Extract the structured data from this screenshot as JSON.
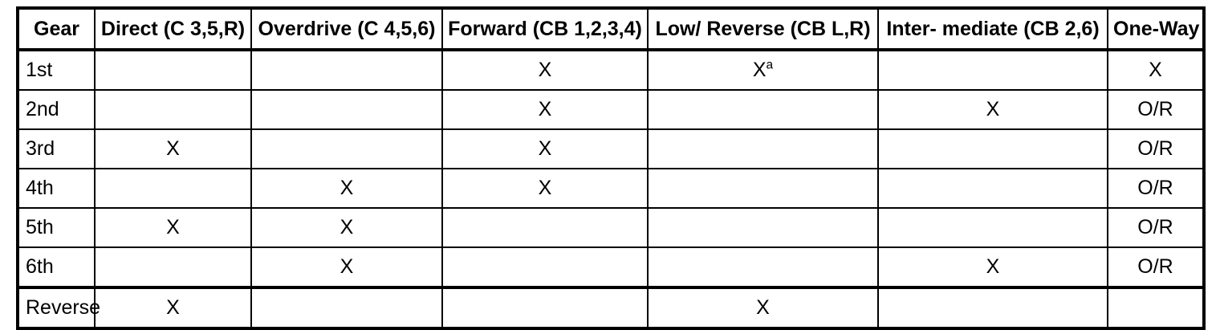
{
  "table": {
    "columns": [
      {
        "key": "gear",
        "label": "Gear"
      },
      {
        "key": "direct",
        "label": "Direct (C 3,5,R)"
      },
      {
        "key": "overdrive",
        "label": "Overdrive (C 4,5,6)"
      },
      {
        "key": "forward",
        "label": "Forward (CB 1,2,3,4)"
      },
      {
        "key": "low",
        "label": "Low/ Reverse (CB L,R)"
      },
      {
        "key": "inter",
        "label": "Inter- mediate (CB 2,6)"
      },
      {
        "key": "oneway",
        "label": "One-Way"
      }
    ],
    "rows": [
      {
        "gear": "1st",
        "direct": "",
        "overdrive": "",
        "forward": "X",
        "low": "X",
        "low_superscript": "a",
        "inter": "",
        "oneway": "X"
      },
      {
        "gear": "2nd",
        "direct": "",
        "overdrive": "",
        "forward": "X",
        "low": "",
        "inter": "X",
        "oneway": "O/R"
      },
      {
        "gear": "3rd",
        "direct": "X",
        "overdrive": "",
        "forward": "X",
        "low": "",
        "inter": "",
        "oneway": "O/R"
      },
      {
        "gear": "4th",
        "direct": "",
        "overdrive": "X",
        "forward": "X",
        "low": "",
        "inter": "",
        "oneway": "O/R"
      },
      {
        "gear": "5th",
        "direct": "X",
        "overdrive": "X",
        "forward": "",
        "low": "",
        "inter": "",
        "oneway": "O/R"
      },
      {
        "gear": "6th",
        "direct": "",
        "overdrive": "X",
        "forward": "",
        "low": "",
        "inter": "X",
        "oneway": "O/R"
      },
      {
        "gear": "Reverse",
        "direct": "X",
        "overdrive": "",
        "forward": "",
        "low": "X",
        "inter": "",
        "oneway": ""
      }
    ]
  },
  "colors": {
    "border": "#000000",
    "background": "#ffffff",
    "text": "#000000"
  }
}
